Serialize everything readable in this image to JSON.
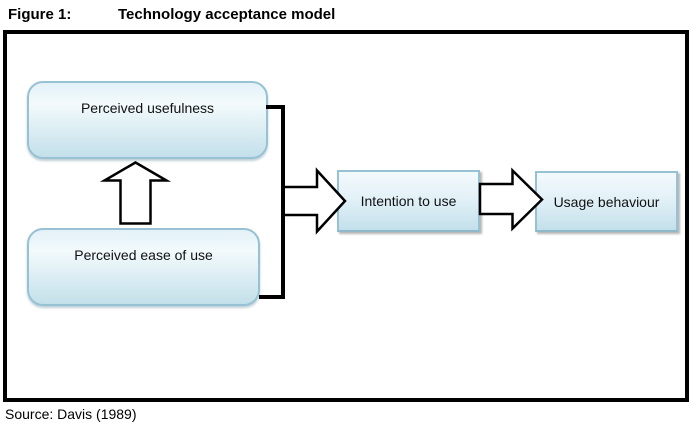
{
  "figure": {
    "label": "Figure 1:",
    "title": "Technology acceptance model",
    "source": "Source: Davis (1989)"
  },
  "diagram": {
    "nodes": [
      {
        "id": "perceived-usefulness",
        "label": "Perceived usefulness",
        "shape": "rounded-rectangle"
      },
      {
        "id": "perceived-ease-of-use",
        "label": "Perceived ease of use",
        "shape": "rounded-rectangle"
      },
      {
        "id": "intention-to-use",
        "label": "Intention to use",
        "shape": "rectangle"
      },
      {
        "id": "usage-behaviour",
        "label": "Usage behaviour",
        "shape": "rectangle"
      }
    ],
    "edges": [
      {
        "from": "perceived-ease-of-use",
        "to": "perceived-usefulness",
        "type": "block-arrow-up"
      },
      {
        "from": "perceived-usefulness,perceived-ease-of-use",
        "to": "intention-to-use",
        "type": "bracket-then-block-arrow-right"
      },
      {
        "from": "intention-to-use",
        "to": "usage-behaviour",
        "type": "block-arrow-right"
      }
    ],
    "colors": {
      "node_fill_top": "#e3f1f8",
      "node_fill_mid": "#f3fafc",
      "node_fill_bottom": "#c3e0ea",
      "node_border": "#97c2d3",
      "connector": "#000000",
      "frame_border": "#000000"
    }
  }
}
